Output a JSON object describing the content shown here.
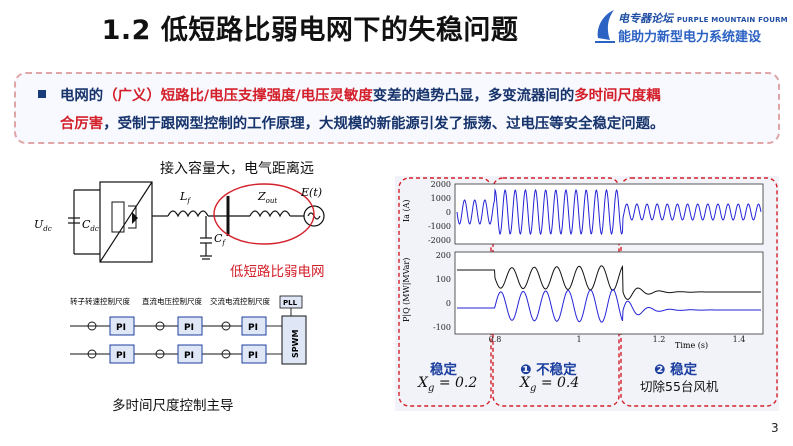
{
  "header": {
    "title": "1.2 低短路比弱电网下的失稳问题",
    "brand_line1_cn": "电专器论坛",
    "brand_line1_en": "PURPLE MOUNTAIN FOURM",
    "brand_line2": "能助力新型电力系统建设"
  },
  "summary": {
    "p1": "电网的",
    "p2": "（广义）短路比/电压支撑强度/电压灵敏度",
    "p3": "变差的趋势凸显，多变流器间的",
    "p4": "多时间尺度耦",
    "p5": "合厉害",
    "p6": "，受制于跟网型控制的工作原理，大规模的新能源引发了振荡、过电压等安全稳定问题。"
  },
  "circuit": {
    "caption": "接入容量大，电气距离远",
    "weak_grid_label": "低短路比弱电网",
    "udc": "U",
    "udc_sub": "dc",
    "cdc": "C",
    "cdc_sub": "dc",
    "lf": "L",
    "lf_sub": "f",
    "cf": "C",
    "cf_sub": "f",
    "zout": "Z",
    "zout_sub": "out",
    "source": "E(t)"
  },
  "control": {
    "caption": "多时间尺度控制主导",
    "hdr1": "转子转速控制尺度",
    "hdr2": "直流电压控制尺度",
    "hdr3": "交流电流控制尺度",
    "pll": "PLL",
    "spwm": "SPWM",
    "pi": "PI"
  },
  "plots": {
    "ylabel_top": "Ia (A)",
    "ylabel_bottom": "P|Q (MW|MVar)",
    "xlabel": "Time (s)",
    "top_ticks": [
      "2000",
      "1000",
      "0",
      "-1000",
      "-2000"
    ],
    "bottom_ticks": [
      "200",
      "100",
      "0",
      "-100"
    ],
    "x_ticks": [
      "0.8",
      "1",
      "1.2",
      "1.4"
    ]
  },
  "annotations": {
    "stable1": "稳定",
    "stable1_xg": "X",
    "stable1_val": " = 0.2",
    "unstable": "❶ 不稳定",
    "unstable_val": " = 0.4",
    "stable2": "❷ 稳定",
    "cut": "切除55台风机",
    "sub_g": "g"
  },
  "colors": {
    "accent_red": "#d4202a",
    "text_blue": "#17336b",
    "wave_blue": "#2323d6",
    "wave_black": "#111111"
  },
  "page": {
    "number": "3"
  }
}
